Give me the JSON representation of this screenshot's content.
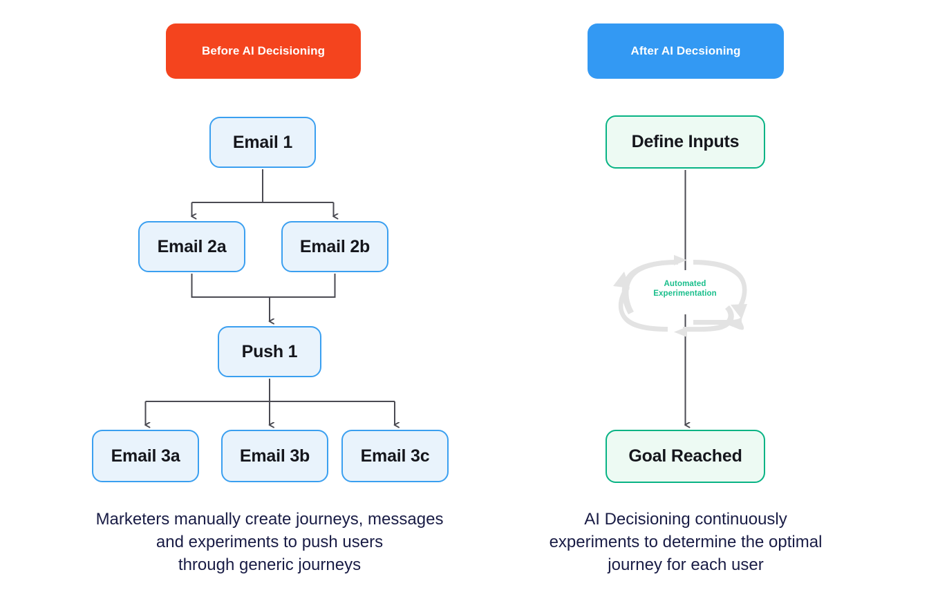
{
  "diagram": {
    "type": "flowchart-comparison",
    "colors": {
      "before_pill": "#f4441e",
      "after_pill": "#3399f3",
      "blue_node_border": "#3a9ff0",
      "blue_node_fill": "#e9f3fc",
      "green_node_border": "#07b384",
      "green_node_fill": "#edfaf3",
      "connector": "#4a4a52",
      "cycle_arrow": "#e2e2e2",
      "cycle_text": "#19be8b",
      "caption_text": "#191c45",
      "background": "#ffffff"
    }
  },
  "left_panel": {
    "header": "Before AI Decisioning",
    "nodes": [
      {
        "id": "email1",
        "label": "Email 1"
      },
      {
        "id": "email2a",
        "label": "Email 2a"
      },
      {
        "id": "email2b",
        "label": "Email 2b"
      },
      {
        "id": "push1",
        "label": "Push 1"
      },
      {
        "id": "email3a",
        "label": "Email 3a"
      },
      {
        "id": "email3b",
        "label": "Email 3b"
      },
      {
        "id": "email3c",
        "label": "Email 3c"
      }
    ],
    "edges": [
      {
        "from": "email1",
        "to": "email2a"
      },
      {
        "from": "email1",
        "to": "email2b"
      },
      {
        "from": "email2a",
        "to": "push1"
      },
      {
        "from": "email2b",
        "to": "push1"
      },
      {
        "from": "push1",
        "to": "email3a"
      },
      {
        "from": "push1",
        "to": "email3b"
      },
      {
        "from": "push1",
        "to": "email3c"
      }
    ],
    "caption_lines": [
      "Marketers manually create journeys, messages",
      "and experiments to push users",
      "through generic journeys"
    ]
  },
  "right_panel": {
    "header": "After AI Decsioning",
    "nodes": [
      {
        "id": "define_inputs",
        "label": "Define Inputs"
      },
      {
        "id": "goal_reached",
        "label": "Goal Reached"
      }
    ],
    "cycle": {
      "label_lines": [
        "Automated",
        "Experimentation"
      ]
    },
    "edges": [
      {
        "from": "define_inputs",
        "to": "goal_reached"
      }
    ],
    "caption_lines": [
      "AI Decisioning continuously",
      "experiments to determine the optimal",
      "journey for each user"
    ]
  }
}
